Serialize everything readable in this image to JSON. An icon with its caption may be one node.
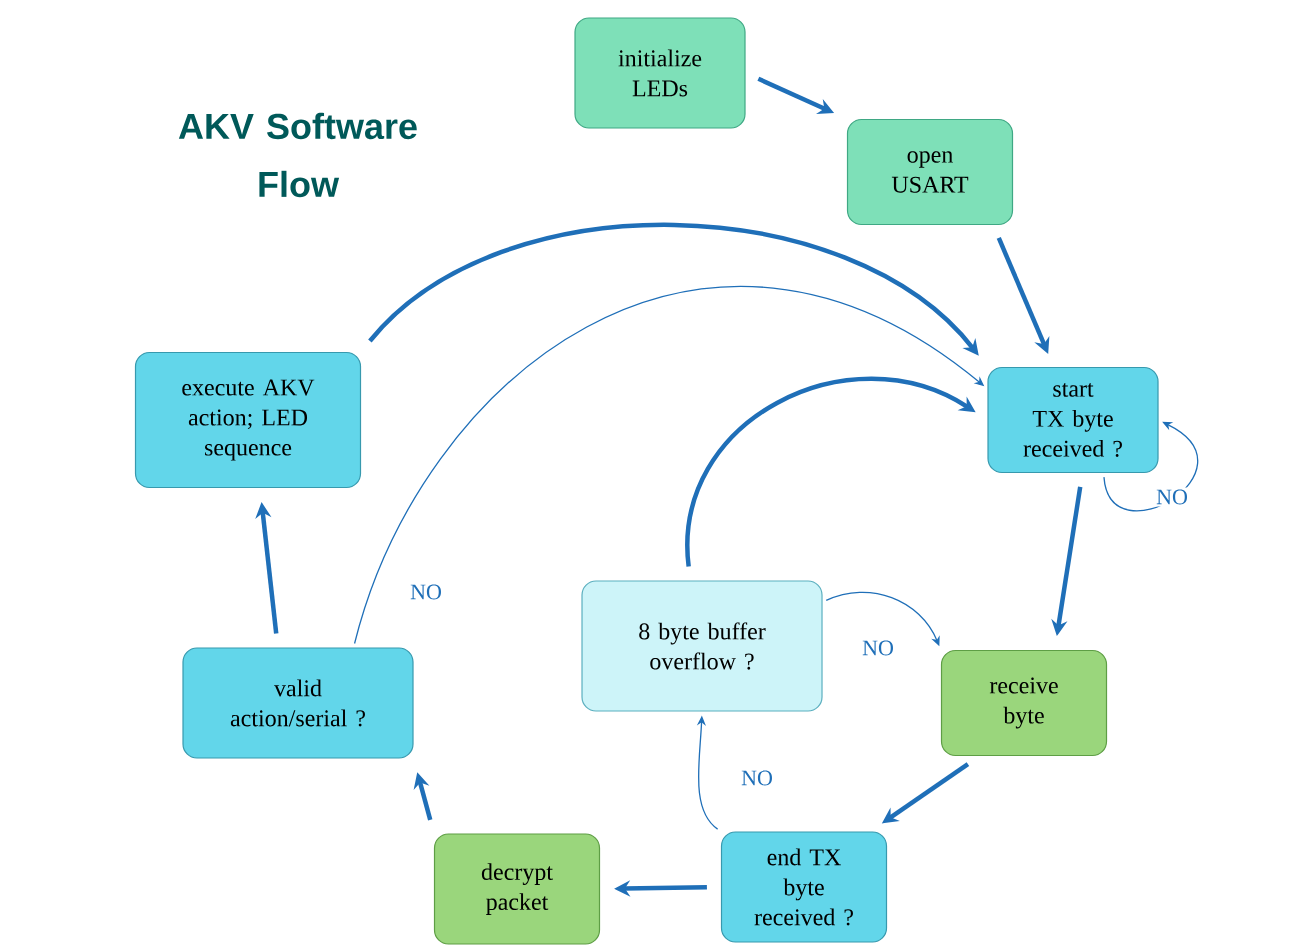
{
  "diagram": {
    "title": "AKV Software Flow",
    "nodes": [
      {
        "text": [
          "initialize LEDs"
        ]
      },
      {
        "text": [
          "open USART"
        ]
      },
      {
        "text": [
          "start TX byte received ?"
        ]
      },
      {
        "text": [
          "receive byte"
        ]
      },
      {
        "text": [
          "end TX byte received ?"
        ]
      },
      {
        "text": [
          "decrypt packet"
        ]
      },
      {
        "text": [
          "valid action/serial ?"
        ]
      },
      {
        "text": [
          "execute AKV action; LED sequence"
        ]
      },
      {
        "text": [
          "8 byte buffer overflow ?"
        ]
      }
    ],
    "edges": [
      {
        "from": 0,
        "to": 1,
        "arrow": "to"
      },
      {
        "from": 1,
        "to": 2,
        "arrow": "to"
      },
      {
        "from": 2,
        "to": 2,
        "arrow": "to",
        "label": "NO"
      },
      {
        "from": 2,
        "to": 3,
        "arrow": "to"
      },
      {
        "from": 3,
        "to": 4,
        "arrow": "to"
      },
      {
        "from": 4,
        "to": 5,
        "arrow": "to"
      },
      {
        "from": 5,
        "to": 6,
        "arrow": "to"
      },
      {
        "from": 6,
        "to": 7,
        "arrow": "to"
      },
      {
        "from": 7,
        "to": 2,
        "arrow": "to"
      },
      {
        "from": 6,
        "to": 2,
        "arrow": "to",
        "label": "NO"
      },
      {
        "from": 4,
        "to": 8,
        "arrow": "to",
        "label": "NO"
      },
      {
        "from": 8,
        "to": 2,
        "arrow": "to"
      },
      {
        "from": 8,
        "to": 3,
        "arrow": "to",
        "label": "NO"
      }
    ]
  }
}
